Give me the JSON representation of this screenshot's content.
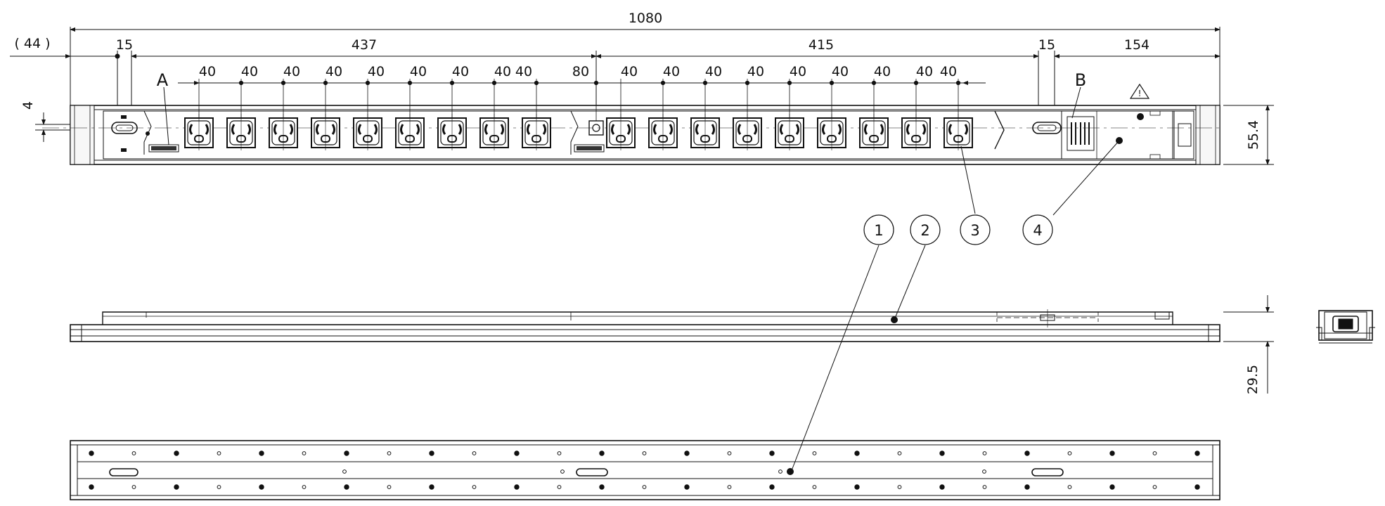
{
  "dimensions": {
    "overall_length": "1080",
    "left_offset": "( 44 )",
    "left_mount": "15",
    "section_a_length": "437",
    "section_b_length": "415",
    "right_mount": "15",
    "end_module": "154",
    "outlet_pitch": "40",
    "center_gap": "80",
    "height": "55.4",
    "top_offset": "4",
    "depth": "29.5"
  },
  "view_labels": {
    "detail_a": "A",
    "detail_b": "B",
    "warning_symbol": "!"
  },
  "callouts": [
    "1",
    "2",
    "3",
    "4"
  ],
  "outlets_per_section": 9
}
